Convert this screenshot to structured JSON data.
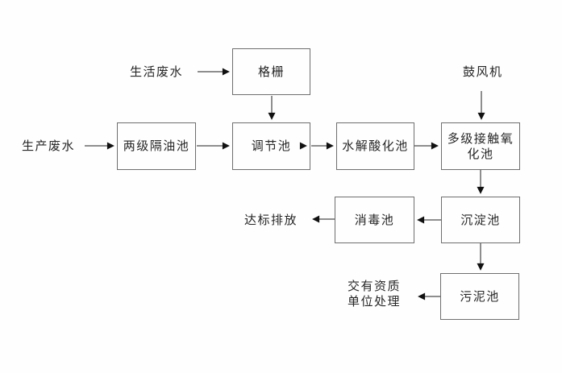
{
  "diagram": {
    "kind": "wastewater-treatment-process-flowchart",
    "colors": {
      "background": "#fefefe",
      "box_border": "#6e6e6e",
      "arrow": "#1f1f1f",
      "text": "#262626"
    },
    "nodes": {
      "grating": {
        "label": "格栅"
      },
      "oil_separator": {
        "label": "两级隔油池"
      },
      "regulating": {
        "label": "调节池"
      },
      "hydrolysis": {
        "label": "水解酸化池"
      },
      "oxidation": {
        "lines": [
          "多级接触氧",
          "化池"
        ]
      },
      "disinfection": {
        "label": "消毒池"
      },
      "sedimentation": {
        "label": "沉淀池"
      },
      "sludge": {
        "label": "污泥池"
      }
    },
    "inputs": {
      "domestic_wastewater": {
        "label": "生活废水"
      },
      "production_wastewater": {
        "label": "生产废水"
      },
      "blower": {
        "label": "鼓风机"
      }
    },
    "outputs": {
      "standard_discharge": {
        "label": "达标排放"
      },
      "qualified_disposal": {
        "lines": [
          "交有资质",
          "单位处理"
        ]
      }
    }
  }
}
